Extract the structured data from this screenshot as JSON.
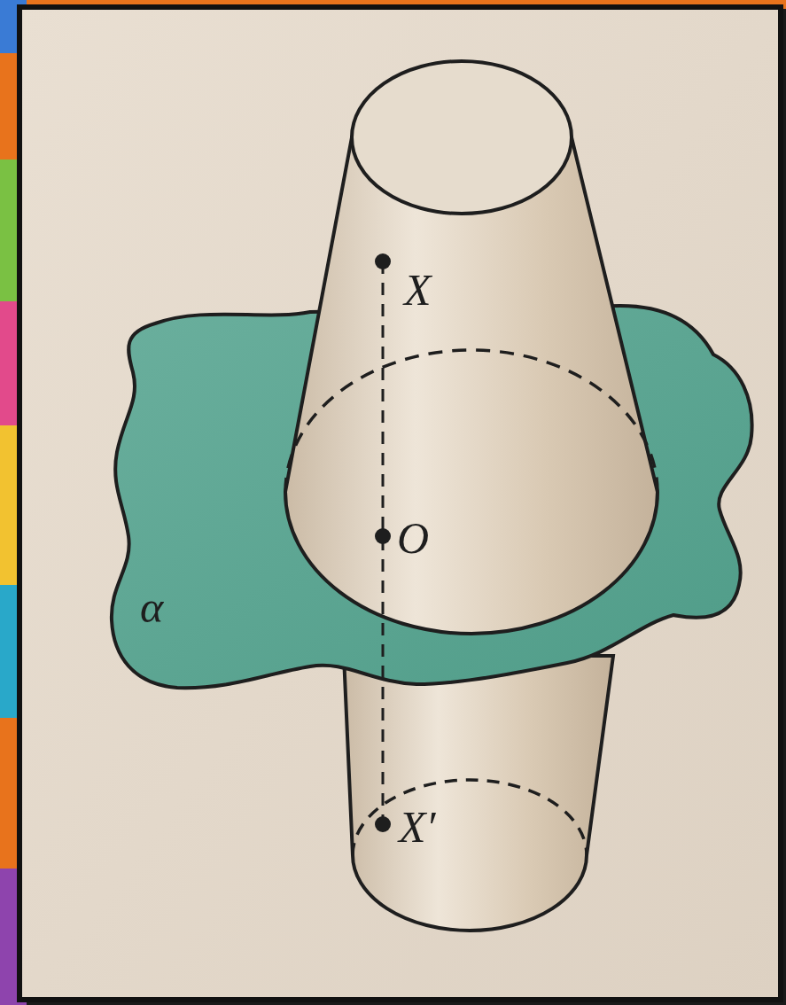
{
  "diagram": {
    "labels": [
      "X",
      "O",
      "α",
      "X′"
    ]
  }
}
